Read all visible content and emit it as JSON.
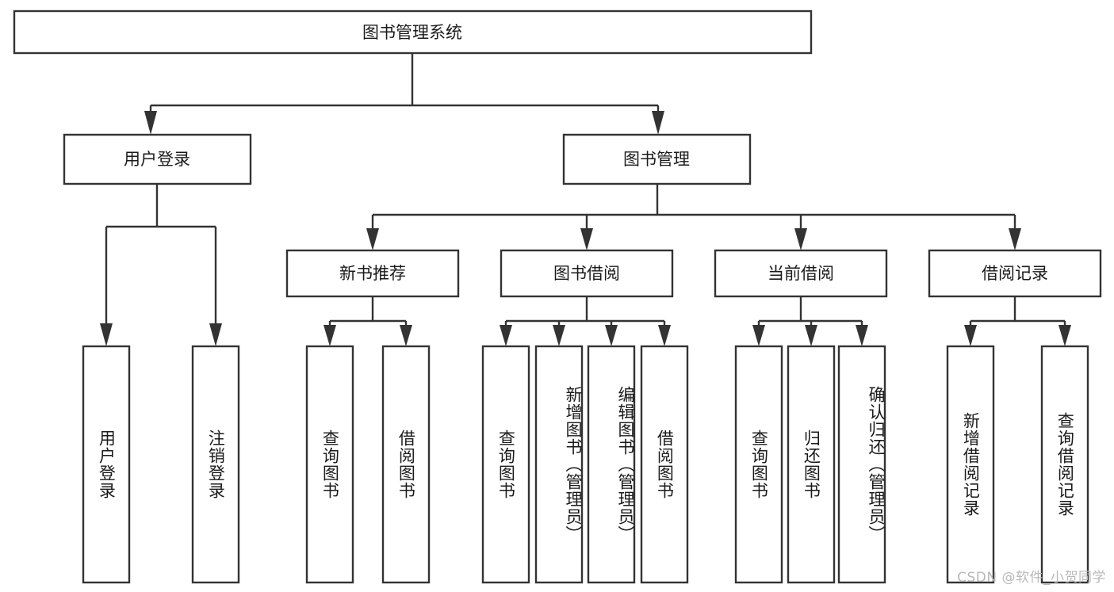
{
  "diagram": {
    "type": "tree-hierarchy",
    "title": "图书管理系统功能结构图",
    "root": {
      "id": "root",
      "label": "图书管理系统",
      "orientation": "horizontal"
    },
    "level2": [
      {
        "id": "user-login",
        "label": "用户登录",
        "orientation": "horizontal"
      },
      {
        "id": "book-manage",
        "label": "图书管理",
        "orientation": "horizontal"
      }
    ],
    "level3": [
      {
        "id": "new-book-recommend",
        "label": "新书推荐",
        "parent": "book-manage",
        "orientation": "horizontal"
      },
      {
        "id": "book-borrow",
        "label": "图书借阅",
        "parent": "book-manage",
        "orientation": "horizontal"
      },
      {
        "id": "current-borrow",
        "label": "当前借阅",
        "parent": "book-manage",
        "orientation": "horizontal"
      },
      {
        "id": "borrow-record",
        "label": "借阅记录",
        "parent": "book-manage",
        "orientation": "horizontal"
      }
    ],
    "leaves": [
      {
        "id": "leaf-user-login",
        "label": "用户登录",
        "parent": "user-login",
        "orientation": "vertical"
      },
      {
        "id": "leaf-user-logout",
        "label": "注销登录",
        "parent": "user-login",
        "orientation": "vertical"
      },
      {
        "id": "leaf-query-book-1",
        "label": "查询图书",
        "parent": "new-book-recommend",
        "orientation": "vertical"
      },
      {
        "id": "leaf-borrow-book-1",
        "label": "借阅图书",
        "parent": "new-book-recommend",
        "orientation": "vertical"
      },
      {
        "id": "leaf-query-book-2",
        "label": "查询图书",
        "parent": "book-borrow",
        "orientation": "vertical"
      },
      {
        "id": "leaf-add-book",
        "label": "新增图书（管理员）",
        "parent": "book-borrow",
        "orientation": "vertical"
      },
      {
        "id": "leaf-edit-book",
        "label": "编辑图书（管理员）",
        "parent": "book-borrow",
        "orientation": "vertical"
      },
      {
        "id": "leaf-borrow-book-2",
        "label": "借阅图书",
        "parent": "book-borrow",
        "orientation": "vertical"
      },
      {
        "id": "leaf-query-book-3",
        "label": "查询图书",
        "parent": "current-borrow",
        "orientation": "vertical"
      },
      {
        "id": "leaf-return-book",
        "label": "归还图书",
        "parent": "current-borrow",
        "orientation": "vertical"
      },
      {
        "id": "leaf-confirm-return",
        "label": "确认归还（管理员）",
        "parent": "current-borrow",
        "orientation": "vertical"
      },
      {
        "id": "leaf-add-record",
        "label": "新增借阅记录",
        "parent": "borrow-record",
        "orientation": "vertical"
      },
      {
        "id": "leaf-query-record",
        "label": "查询借阅记录",
        "parent": "borrow-record",
        "orientation": "vertical"
      }
    ],
    "colors": {
      "stroke": "#333333",
      "fill": "#ffffff",
      "text": "#1a1a1a",
      "watermark": "#b9b9b9",
      "background": "#ffffff"
    }
  },
  "watermark": {
    "text": "CSDN @软件_小贺同学"
  }
}
